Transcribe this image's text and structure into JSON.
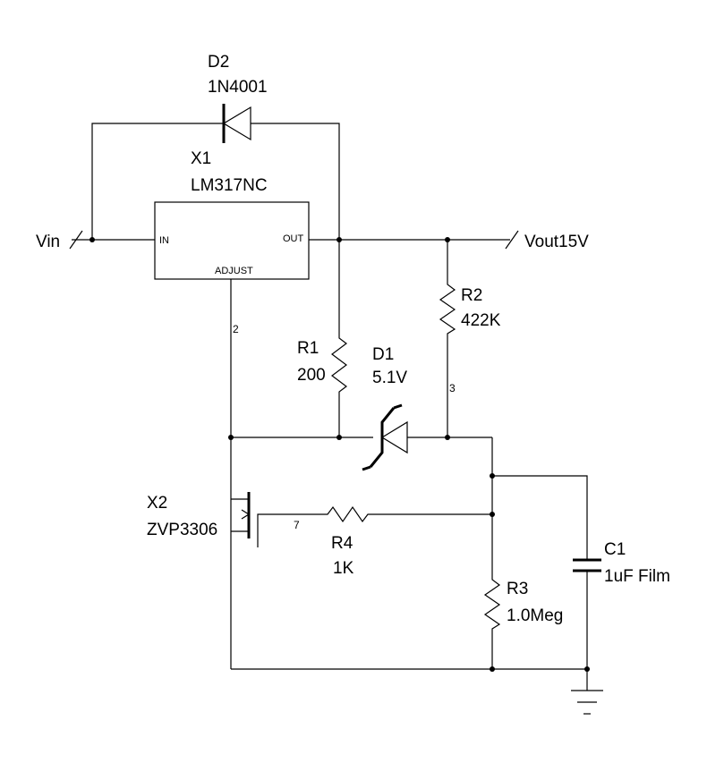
{
  "ports": {
    "vin": "Vin",
    "vout": "Vout15V"
  },
  "components": {
    "d2": {
      "ref": "D2",
      "value": "1N4001"
    },
    "x1": {
      "ref": "X1",
      "value": "LM317NC",
      "pin_in": "IN",
      "pin_out": "OUT",
      "pin_adj": "ADJUST"
    },
    "r1": {
      "ref": "R1",
      "value": "200"
    },
    "d1": {
      "ref": "D1",
      "value": "5.1V"
    },
    "r2": {
      "ref": "R2",
      "value": "422K"
    },
    "x2": {
      "ref": "X2",
      "value": "ZVP3306"
    },
    "r4": {
      "ref": "R4",
      "value": "1K"
    },
    "r3": {
      "ref": "R3",
      "value": "1.0Meg"
    },
    "c1": {
      "ref": "C1",
      "value": "1uF Film"
    }
  },
  "nodes": {
    "n2": "2",
    "n3": "3",
    "n7": "7"
  }
}
